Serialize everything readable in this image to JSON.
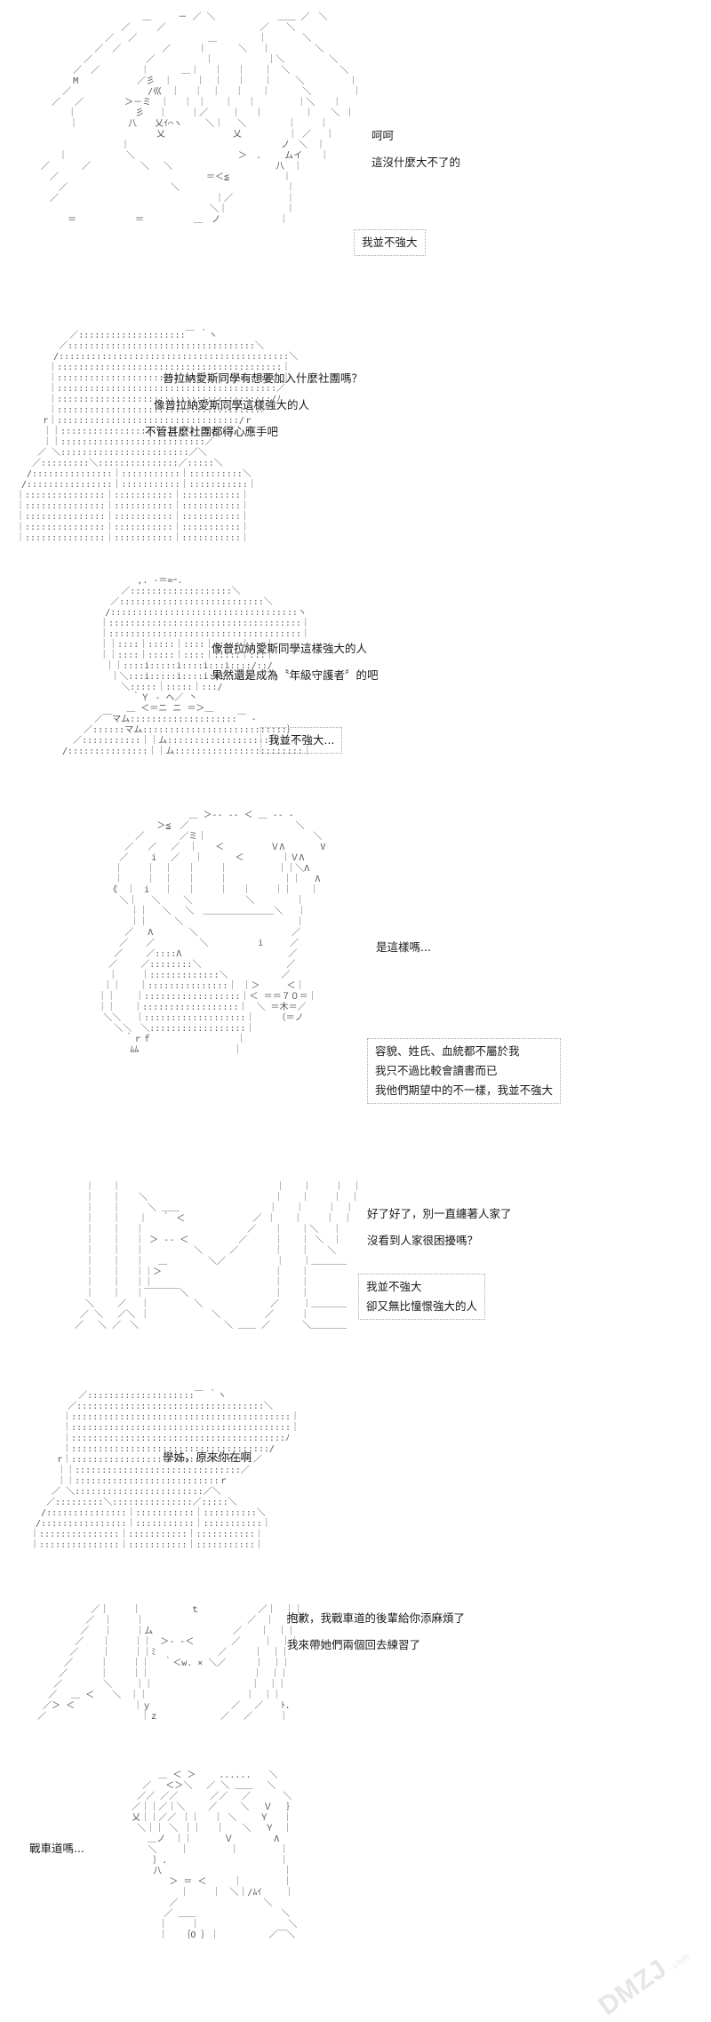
{
  "panels": [
    {
      "lines": [
        {
          "text": "呵呵"
        },
        {
          "text": "這沒什麼大不了的"
        }
      ],
      "bubble": [
        "我並不強大"
      ]
    },
    {
      "lines": [
        {
          "text": "普拉納愛斯同學有想要加入什麼社團嗎？"
        },
        {
          "text": "像普拉納愛斯同學這樣強大的人"
        },
        {
          "text": "不管甚麼社團都得心應手吧"
        }
      ]
    },
    {
      "lines": [
        {
          "text": "像普拉納愛斯同學這樣強大的人"
        },
        {
          "text": "果然還是成為〝年級守護者〞的吧"
        }
      ],
      "bubble": [
        "我並不強大..."
      ]
    },
    {
      "lines": [
        {
          "text": "是這樣嗎..."
        }
      ],
      "bubble": [
        "容貌、姓氏、血統都不屬於我",
        "我只不過比較會讀書而已",
        "我他們期望中的不一樣，我並不強大"
      ]
    },
    {
      "lines": [
        {
          "text": "好了好了，別一直纏著人家了"
        },
        {
          "text": "沒看到人家很困擾嗎？"
        }
      ],
      "bubble": [
        "我並不強大",
        "卻又無比憧憬強大的人"
      ]
    },
    {
      "lines": [
        {
          "text": "學姊，原來你在啊"
        }
      ]
    },
    {
      "lines": [
        {
          "text": "抱歉，我戰車道的後輩給你添麻煩了"
        },
        {
          "text": "我來帶她們兩個回去練習了"
        }
      ]
    },
    {
      "lines": [
        {
          "text": "戰車道嗎..."
        }
      ]
    }
  ],
  "watermark": {
    "text": "DMZJ",
    "sub": ".com"
  }
}
